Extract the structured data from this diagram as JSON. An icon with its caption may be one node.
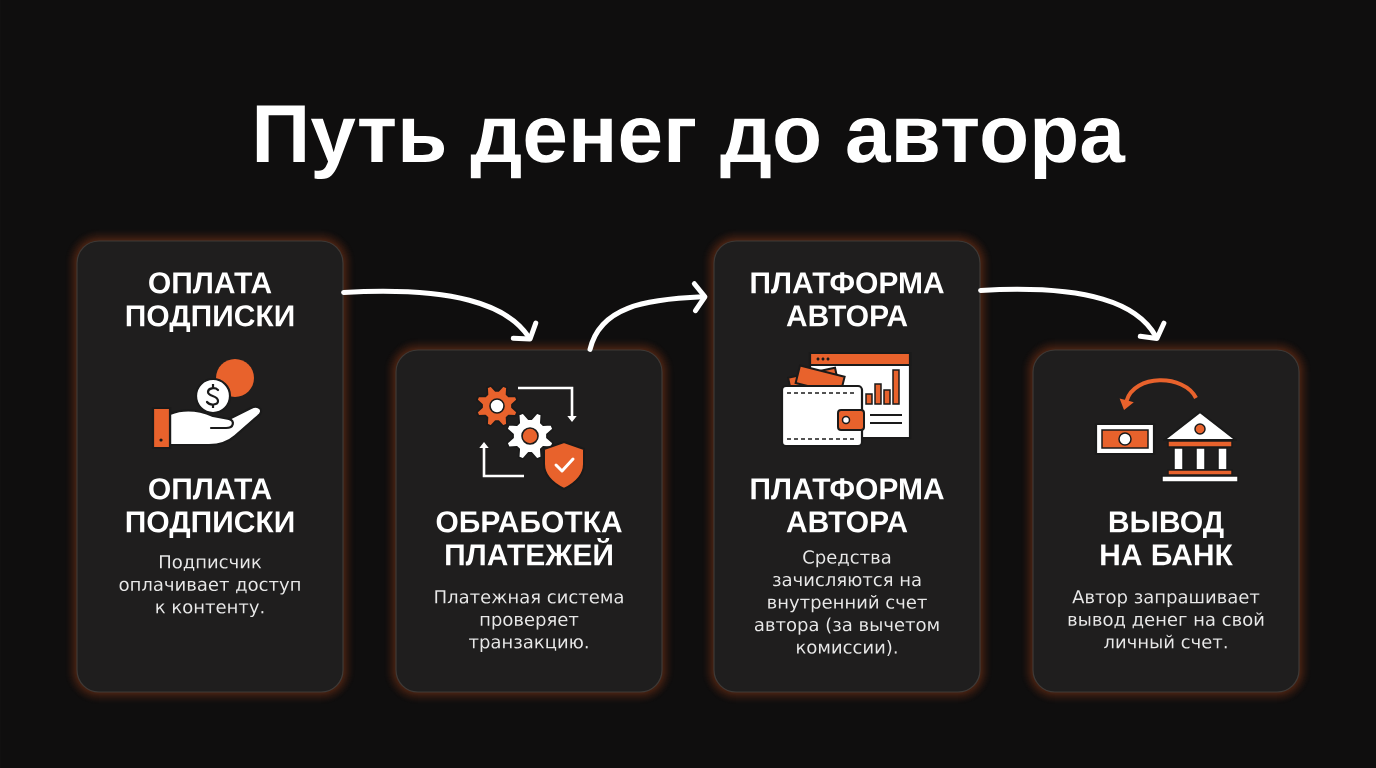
{
  "diagram": {
    "title": "Путь денег до автора",
    "nodes": [
      {
        "text": [
          "ОПЛАТА ПОДПИСКИ",
          "ОПЛАТА ПОДПИСКИ",
          "Подписчик оплачивает доступ к контенту."
        ]
      },
      {
        "text": [
          "ОБРАБОТКА ПЛАТЕЖЕЙ",
          "Платежная система проверяет транзакцию."
        ]
      },
      {
        "text": [
          "ПЛАТФОРМА АВТОРА",
          "ПЛАТФОРМА АВТОРА",
          "Средства зачисляются на внутренний счет автора (за вычетом комиссии)."
        ]
      },
      {
        "text": [
          "ВЫВОД НА БАНК",
          "Автор запрашивает вывод денег на свой личный счет."
        ]
      }
    ],
    "edges": [
      {
        "from": 0,
        "to": 1,
        "arrow": "to"
      },
      {
        "from": 1,
        "to": 2,
        "arrow": "to"
      },
      {
        "from": 2,
        "to": 3,
        "arrow": "to"
      }
    ]
  }
}
